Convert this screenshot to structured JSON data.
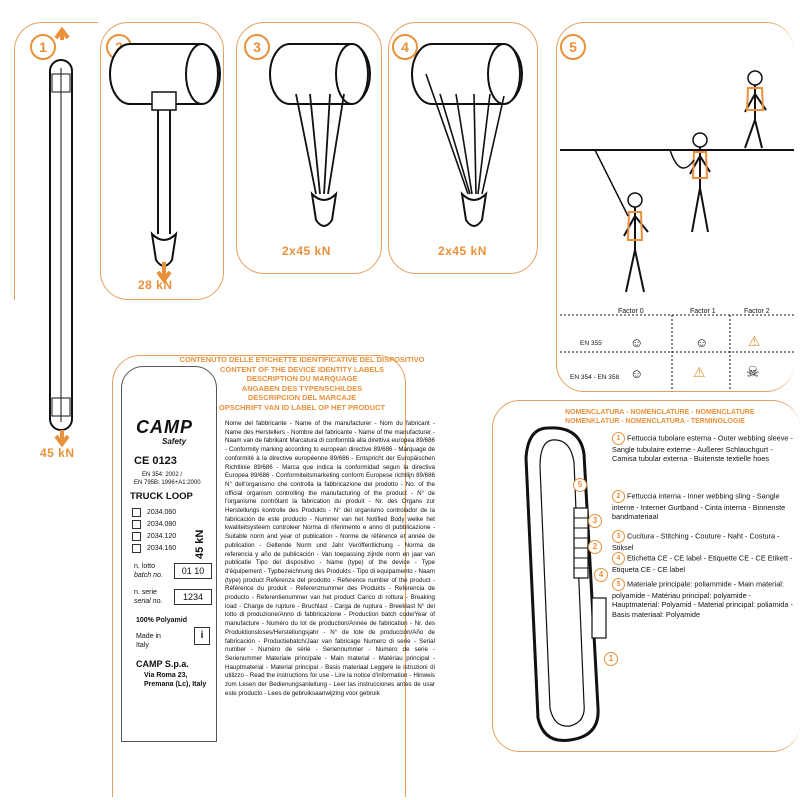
{
  "figures": {
    "steps": [
      {
        "number": "1",
        "force": "45 kN"
      },
      {
        "number": "2",
        "force": "28 kN"
      },
      {
        "number": "3",
        "force": "2x45 kN"
      },
      {
        "number": "4",
        "force": "2x45 kN"
      },
      {
        "number": "5"
      }
    ],
    "factors": [
      "Factor 0",
      "Factor 1",
      "Factor 2"
    ],
    "standards": [
      "EN 355",
      "EN 354 - EN 358"
    ]
  },
  "label_section": {
    "title_lines": [
      "CONTENUTO DELLE ETICHETTE IDENTIFICATIVE DEL DISPOSITIVO",
      "CONTENT OF THE DEVICE IDENTITY LABELS",
      "DESCRIPTION DU MARQUAGE",
      "ANGABEN DES TYPENSCHILDES",
      "DESCRIPCION DEL MARCAJE",
      "OPSCHRIFT VAN ID LABEL OP HET PRODUCT"
    ],
    "label": {
      "brand": "CAMP",
      "brand_sub": "Safety",
      "ce": "CE 0123",
      "norm1": "EN 354: 2002 /",
      "norm2": "EN 795B: 1996+A1:2000",
      "product": "TRUCK LOOP",
      "models": [
        "2034.060",
        "2034.080",
        "2034.120",
        "2034.160"
      ],
      "rating": "45 kN",
      "lot_label": "n. lotto",
      "lot_label_en": "batch no.",
      "lot_value": "01 10",
      "serial_label": "n. serie",
      "serial_label_en": "serial no.",
      "serial_value": "1234",
      "material": "100% Polyamid",
      "made_in": "Made in",
      "made_in_country": "Italy",
      "manufacturer": "CAMP S.p.a.",
      "address1": "Via Roma 23,",
      "address2": "Premana (Lc), Italy",
      "info_icon": "i"
    },
    "description": "Nome del fabbricante - Name of the manufacturer - Nom du fabricant - Name des Herstellers - Nombre del fabricante - Name of the manufacturer - Naam van de fabrikant Marcatura di conformità alla direttiva europea 89/686 - Conformity marking according to european directive 89/686 - Marquage de conformité à la directive européenne 89/686 - Entspricht der Europäischen Richtlinie 89/686 - Marca que indica la conformidad segun la directiva Europea 89/686 - Conformiteitsmarketing conform Europese richtlijn 89/686 N° dell'organismo che controlla la fabbricazione del prodotto - No. of the official organism controlling the manufacturing of the product - N° de l'organisme contrôlant la fabrication du produit - Nr. des Organs zur Herstellungs kontrolle des Produkts - N° del organismo controlador de la fabricación de este producto - Nummer van het Notified Body welke het kwaliteitsysteem controleer Norma di riferimento e anno di pubblicazione - Suitable norm and year of publication - Norme de référence et année de publication - Geltende Norm und Jahr Veröffentlichung - Norma de referencia y año de publicación - Van toepassing zijnde norm en jaar van publicatie Tipo del dispositivo - Name (type) of the device - Type d'équipement - Typbezeichnung des Produkts - Tipo di equipamento - Naam (type) product Referenza del prodotto - Reference number of the product - Référence du produit - Referenznummer des Produkts - Referencia de producto - Referentienummer van het product Carico di rottura - Breaking load - Charge de rupture - Bruchlast - Carga de ruptura - Breeklast N° del lotto di produzione/Anno di fabbricazione - Production batch code/Year of manufacture - Numéro du lot de production/Année de fabrication - Nr. des Produktionsloses/Herstellungsjahr - N° de lote de producción/Año de fabricación - Productiebatch/Jaar van fabricage Numero di serie - Serial number - Numéro de série - Seriennummer - Numero de serie - Serienummer Materiale principale - Main material - Matériau principal - Hauptmaterial - Material principal - Basis materiaal Leggere le istruzioni di utilizzo - Read the instructions for use - Lire la notice d'information - Hinweis zum Lesen der Bedienungsanleitung - Leer las instrucciones antes de usar este producto - Lees de gebruiksaanwijzing voor gebruik"
  },
  "nomenclature": {
    "title_lines": [
      "NOMENCLATURA - NOMENCLATURE - NOMENCLATURE",
      "NOMENKLATUR - NOMENCLATURA - TERMINOLOGIE"
    ],
    "items": [
      {
        "num": "1",
        "text": "Fettuccia tubolare esterna - Outer webbing sleeve - Sangle tubulaire externe - Außerer Schlauchgurt - Camisa tubular externa - Buitenste textielle hoes"
      },
      {
        "num": "2",
        "text": "Fettuccia interna - Inner webbing sling - Sangle interne - Interner Gurtband - Cinta interna - Binnenste bandmateriaal"
      },
      {
        "num": "3",
        "text": "Cucitura - Stitching - Couture - Naht - Costura - Stiksel"
      },
      {
        "num": "4",
        "text": "Etichetta CE - CE label - Etiquette CE - CE Etikett - Etiqueta CE - CE label"
      },
      {
        "num": "5",
        "text": "Materiale principale: poliammide - Main material: polyamide - Matériau principal: polyamide - Hauptmaterial: Polyamid - Material principal: poliamida - Basis materiaal: Polyamide"
      }
    ]
  }
}
